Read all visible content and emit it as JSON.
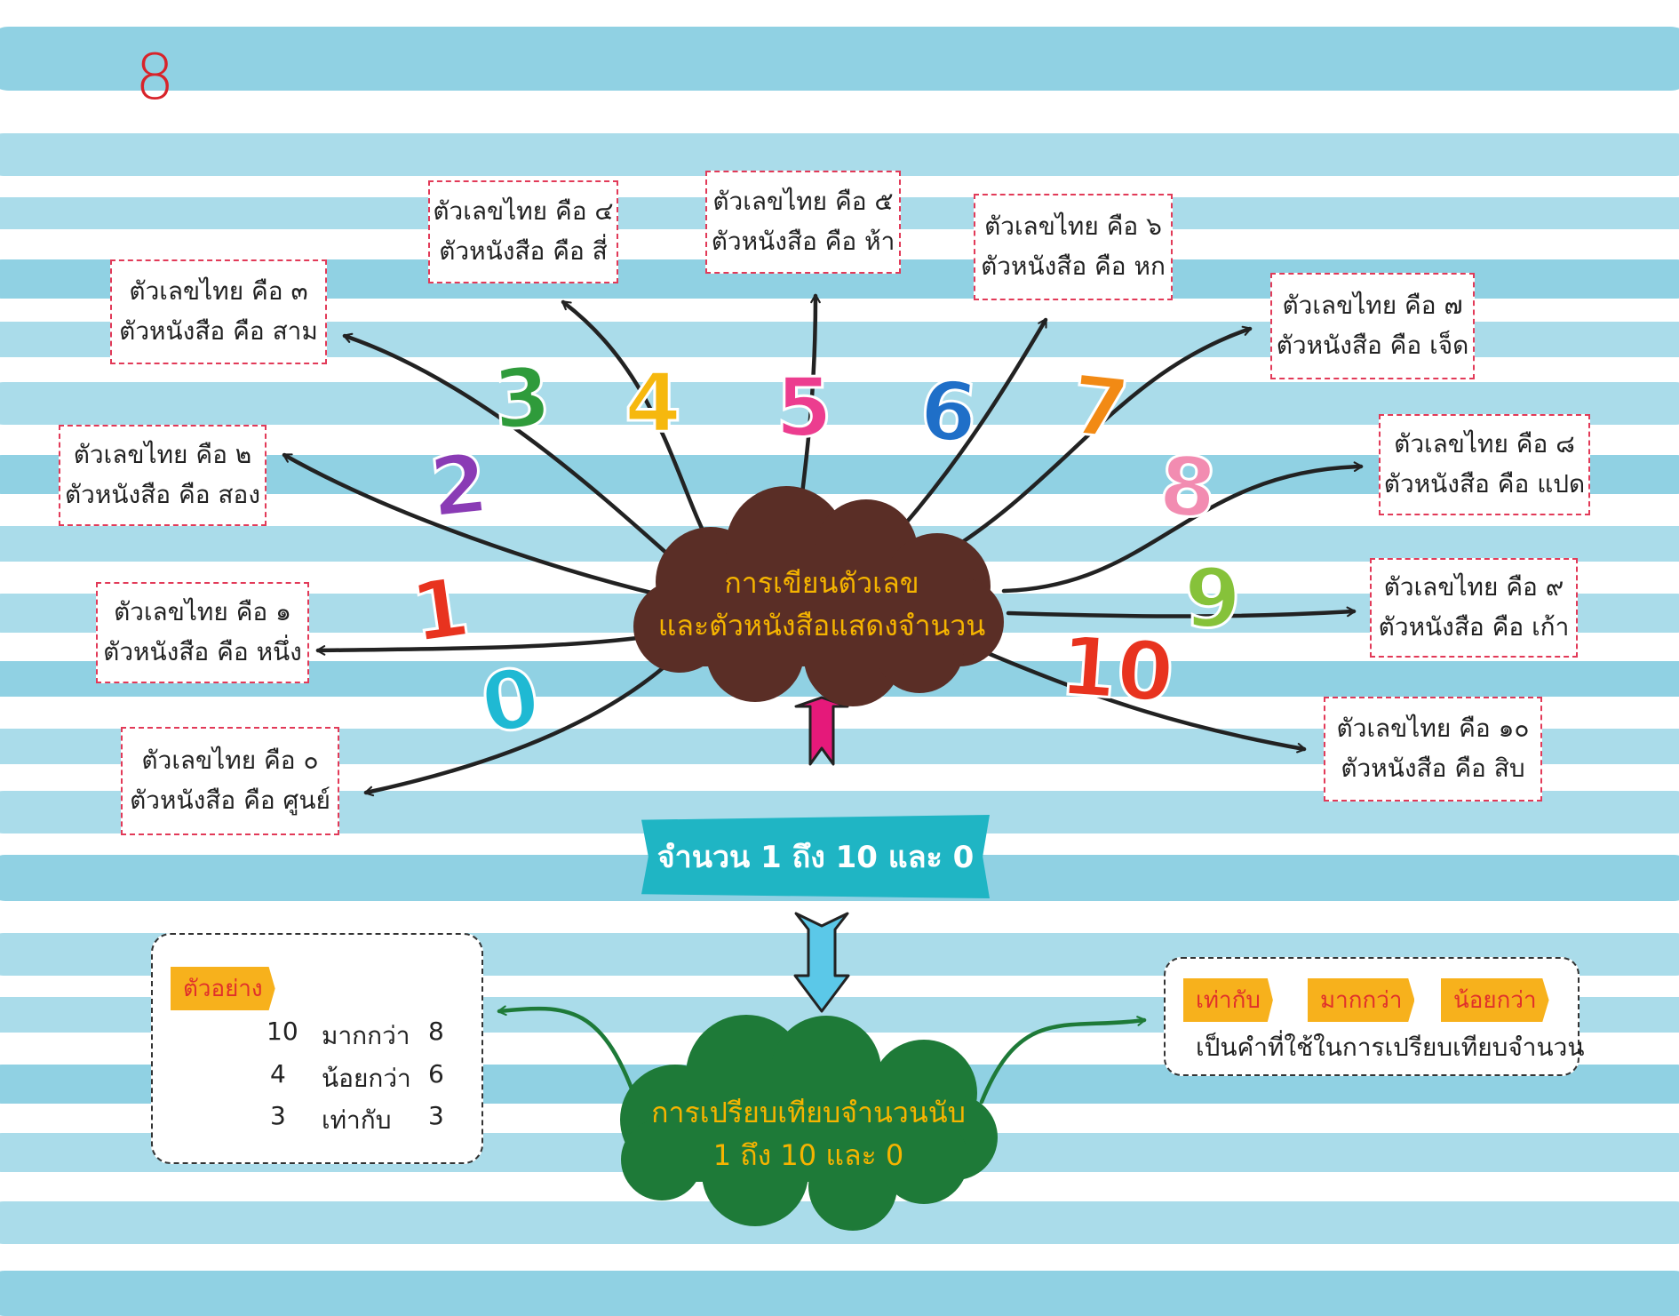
{
  "page_number": "8",
  "colors": {
    "stripe": "#7cc9de",
    "box_border": "#e23a58",
    "brown_cloud": "#5a2e26",
    "green_cloud": "#1e7a38",
    "cloud_text": "#f5b400",
    "banner": "#1fb5c4",
    "pink_arrow": "#e5197a",
    "blue_arrow": "#5bc8e8",
    "tag": "#f7b11c",
    "page_number": "#d8232a"
  },
  "center_cloud": {
    "line1": "การเขียนตัวเลข",
    "line2": "และตัวหนังสือแสดงจำนวน"
  },
  "banner": {
    "label": "จำนวน 1 ถึง 10 และ 0"
  },
  "bottom_cloud": {
    "line1": "การเปรียบเทียบจำนวนนับ",
    "line2": "1 ถึง 10 และ 0"
  },
  "number_boxes": [
    {
      "digit": "0",
      "thai": "ตัวเลขไทย คือ ๐",
      "word": "ตัวหนังสือ คือ ศูนย์",
      "color": "#1fb9d3"
    },
    {
      "digit": "1",
      "thai": "ตัวเลขไทย คือ  ๑",
      "word": "ตัวหนังสือ คือ หนึ่ง",
      "color": "#e8331f"
    },
    {
      "digit": "2",
      "thai": "ตัวเลขไทย คือ  ๒",
      "word": "ตัวหนังสือ คือ สอง",
      "color": "#8a3bb5"
    },
    {
      "digit": "3",
      "thai": "ตัวเลขไทย คือ  ๓",
      "word": "ตัวหนังสือ คือ สาม",
      "color": "#2f9b3b"
    },
    {
      "digit": "4",
      "thai": "ตัวเลขไทย คือ ๔",
      "word": "ตัวหนังสือ คือ สี่",
      "color": "#f6b80e"
    },
    {
      "digit": "5",
      "thai": "ตัวเลขไทย คือ ๕",
      "word": "ตัวหนังสือ คือ ห้า",
      "color": "#ec3d8f"
    },
    {
      "digit": "6",
      "thai": "ตัวเลขไทย คือ ๖",
      "word": "ตัวหนังสือ คือ หก",
      "color": "#1f6fc8"
    },
    {
      "digit": "7",
      "thai": "ตัวเลขไทย คือ ๗",
      "word": "ตัวหนังสือ คือ เจ็ด",
      "color": "#f28a14"
    },
    {
      "digit": "8",
      "thai": "ตัวเลขไทย คือ ๘",
      "word": "ตัวหนังสือ คือ แปด",
      "color": "#f28cb1"
    },
    {
      "digit": "9",
      "thai": "ตัวเลขไทย คือ ๙",
      "word": "ตัวหนังสือ คือ เก้า",
      "color": "#86c23a"
    },
    {
      "digit": "10",
      "thai": "ตัวเลขไทย คือ ๑๐",
      "word": "ตัวหนังสือ คือ สิบ",
      "color": "#e8331f"
    }
  ],
  "example": {
    "tag": "ตัวอย่าง",
    "rows": [
      {
        "left": "10",
        "relation": "มากกว่า",
        "right": "8"
      },
      {
        "left": "4",
        "relation": "น้อยกว่า",
        "right": "6"
      },
      {
        "left": "3",
        "relation": "เท่ากับ",
        "right": "3"
      }
    ]
  },
  "terms": {
    "tags": [
      "เท่ากับ",
      "มากกว่า",
      "น้อยกว่า"
    ],
    "caption": "เป็นคำที่ใช้ในการเปรียบเทียบจำนวน"
  }
}
